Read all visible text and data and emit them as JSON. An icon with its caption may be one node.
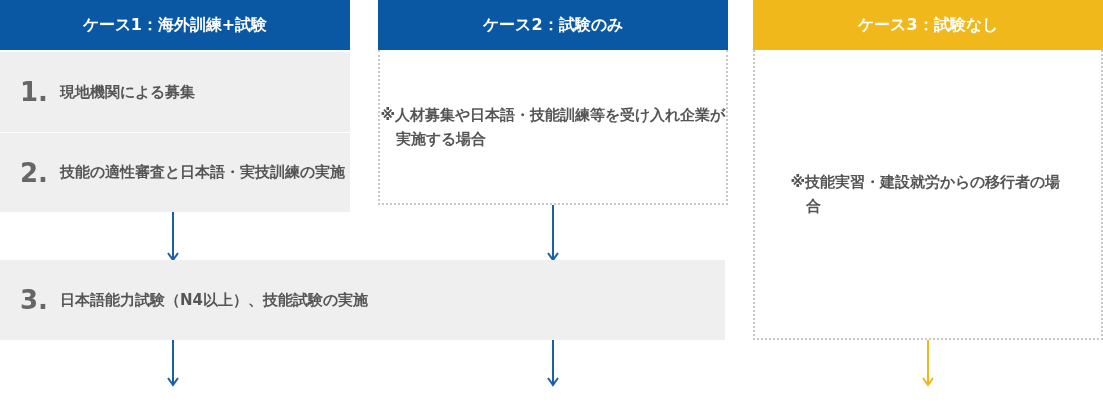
{
  "diagram": {
    "nodes": [
      {
        "text": [
          "ケース1：海外訓練+試験"
        ]
      },
      {
        "text": [
          "ケース2：試験のみ"
        ]
      },
      {
        "text": [
          "ケース3：試験なし"
        ]
      },
      {
        "text": [
          "1.",
          "現地機関による募集"
        ]
      },
      {
        "text": [
          "2.",
          "技能の適性審査と日本語・実技訓練の実施"
        ]
      },
      {
        "text": [
          "※人材募集や日本語・技能訓練等を受け入れ企業が実施する場合"
        ]
      },
      {
        "text": [
          "※技能実習・建設就労からの移行者の場合"
        ]
      },
      {
        "text": [
          "3.",
          "日本語能力試験（N4以上）、技能試験の実施"
        ]
      }
    ],
    "edges": [
      {
        "from": 4,
        "to": 7,
        "arrow": "to"
      },
      {
        "from": 5,
        "to": 7,
        "arrow": "to"
      },
      {
        "from": 7,
        "to": null,
        "arrow": "to"
      },
      {
        "from": 7,
        "to": null,
        "arrow": "to"
      },
      {
        "from": 6,
        "to": null,
        "arrow": "to",
        "color": "#f0b81b"
      }
    ]
  }
}
